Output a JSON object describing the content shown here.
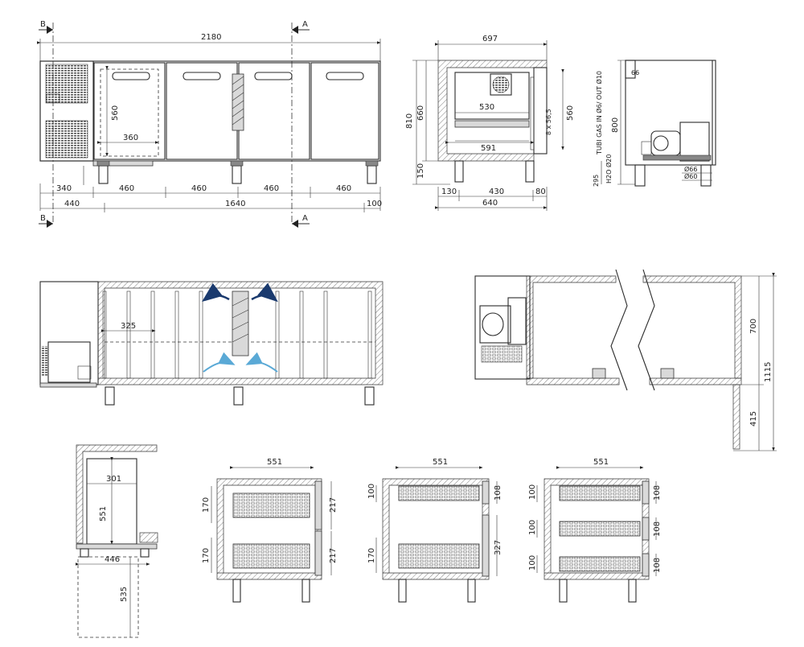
{
  "sections": {
    "a": "A",
    "b": "B"
  },
  "front": {
    "overall": "2180",
    "door_h": "560",
    "door_w": "360",
    "bottom_row1": [
      "340",
      "460",
      "460",
      "460",
      "460"
    ],
    "bottom_row2": [
      "440",
      "1640",
      "100"
    ]
  },
  "side": {
    "width": "697",
    "h810": "810",
    "h660": "660",
    "h150": "150",
    "w530": "530",
    "w591": "591",
    "pitch": "8 x 56,5",
    "h560": "560",
    "b130": "130",
    "b430": "430",
    "b80": "80",
    "b640": "640"
  },
  "rear": {
    "h800": "800",
    "pipes": "TUBI GAS IN Ø6/ OUT Ø10",
    "h2o": "H2O Ø20",
    "h295": "295",
    "d66": "66",
    "d66b": "Ø66",
    "d60": "Ø60"
  },
  "plan": {
    "w325": "325"
  },
  "open": {
    "h700": "700",
    "h1115": "1115",
    "h415": "415"
  },
  "tray": {
    "w301": "301",
    "h551": "551",
    "w446": "446",
    "h535": "535"
  },
  "drawers": {
    "w551a": "551",
    "w551b": "551",
    "w551c": "551",
    "d1_170a": "170",
    "d1_170b": "170",
    "d1_217a": "217",
    "d1_217b": "217",
    "d2_100": "100",
    "d2_108": "108",
    "d2_327": "327",
    "d2_170": "170",
    "d3_100a": "100",
    "d3_100b": "100",
    "d3_100c": "100",
    "d3_108a": "108",
    "d3_108b": "108",
    "d3_108c": "108"
  }
}
